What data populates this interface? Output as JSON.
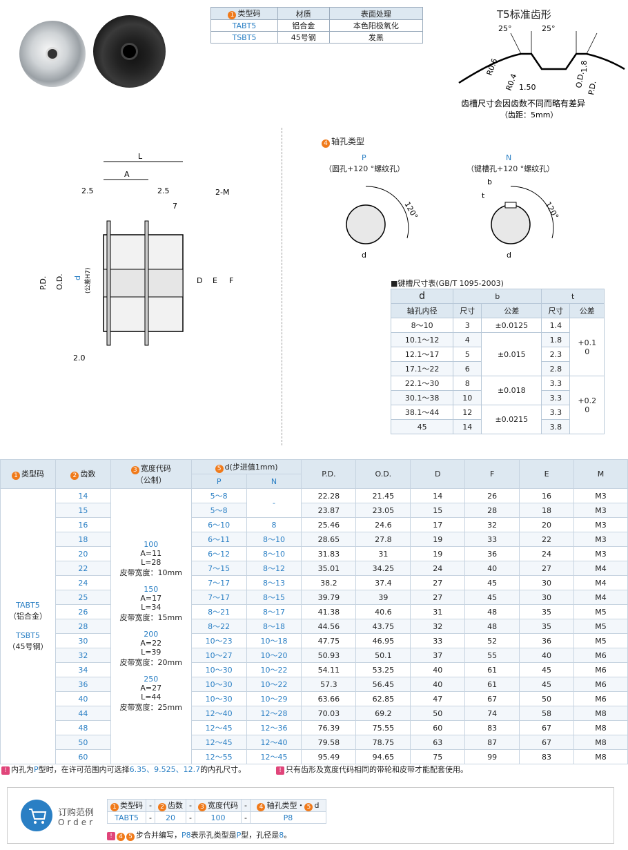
{
  "top_table": {
    "headers": [
      "类型码",
      "材质",
      "表面处理"
    ],
    "rows": [
      [
        "TABT5",
        "铝合金",
        "本色阳极氧化"
      ],
      [
        "TSBT5",
        "45号钢",
        "发黑"
      ]
    ]
  },
  "tooth": {
    "title": "T5标准齿形",
    "angle1": "25°",
    "angle2": "25°",
    "r1": "R0.6",
    "r2": "R0.4",
    "w": "1.50",
    "h": "1.8",
    "od": "O.D.",
    "pd": "P.D.",
    "note1": "齿槽尺寸会因齿数不同而略有差异",
    "note2": "（齿距：5mm）"
  },
  "drawing": {
    "L": "L",
    "A": "A",
    "d25a": "2.5",
    "d25b": "2.5",
    "d7": "7",
    "M": "2-M",
    "PD": "P.D.",
    "OD": "O.D.",
    "d": "d",
    "dtol": "(公差H7)",
    "D": "D",
    "E": "E",
    "F": "F",
    "d20": "2.0"
  },
  "bore": {
    "title": "轴孔类型",
    "P": "P",
    "P_desc": "（圆孔+120 °螺纹孔）",
    "N": "N",
    "N_desc": "（键槽孔+120 °螺纹孔）",
    "angle": "120°",
    "d": "d",
    "b": "b",
    "t": "t"
  },
  "key_table": {
    "title": "■键槽尺寸表(GB/T 1095-2003)",
    "h_d": "d",
    "h_b": "b",
    "h_t": "t",
    "h_inner": "轴孔内径",
    "h_size": "尺寸",
    "h_tol": "公差",
    "h_size2": "尺寸",
    "h_tol2": "公差",
    "rows": [
      [
        "8～10",
        "3",
        "±0.0125",
        "1.4"
      ],
      [
        "10.1～12",
        "4",
        "",
        "1.8"
      ],
      [
        "12.1～17",
        "5",
        "±0.015",
        "2.3"
      ],
      [
        "17.1～22",
        "6",
        "",
        "2.8"
      ],
      [
        "22.1～30",
        "8",
        "",
        "3.3"
      ],
      [
        "30.1～38",
        "10",
        "±0.018",
        "3.3"
      ],
      [
        "38.1～44",
        "12",
        "",
        "3.3"
      ],
      [
        "45",
        "14",
        "±0.0215",
        "3.8"
      ]
    ],
    "ttol1": "+0.1\n0",
    "ttol2": "+0.2\n0"
  },
  "main": {
    "h_type": "类型码",
    "h_teeth": "齿数",
    "h_width": "宽度代码",
    "h_width2": "（公制）",
    "h_d": "d(步进值1mm)",
    "h_P": "P",
    "h_N": "N",
    "h_PD": "P.D.",
    "h_OD": "O.D.",
    "h_D": "D",
    "h_F": "F",
    "h_E": "E",
    "h_M": "M",
    "type_text": [
      "TABT5",
      "（铝合金）",
      "",
      "TSBT5",
      "（45号钢）"
    ],
    "widths": [
      [
        "100",
        "A=11",
        "L=28",
        "皮带宽度：10mm"
      ],
      [
        "150",
        "A=17",
        "L=34",
        "皮带宽度：15mm"
      ],
      [
        "200",
        "A=22",
        "L=39",
        "皮带宽度：20mm"
      ],
      [
        "250",
        "A=27",
        "L=44",
        "皮带宽度：25mm"
      ]
    ],
    "rows": [
      [
        "14",
        "5～8",
        "-",
        "22.28",
        "21.45",
        "14",
        "26",
        "16",
        "M3"
      ],
      [
        "15",
        "5～8",
        "",
        "23.87",
        "23.05",
        "15",
        "28",
        "18",
        "M3"
      ],
      [
        "16",
        "6～10",
        "8",
        "25.46",
        "24.6",
        "17",
        "32",
        "20",
        "M3"
      ],
      [
        "18",
        "6～11",
        "8～10",
        "28.65",
        "27.8",
        "19",
        "33",
        "22",
        "M3"
      ],
      [
        "20",
        "6～12",
        "8～10",
        "31.83",
        "31",
        "19",
        "36",
        "24",
        "M3"
      ],
      [
        "22",
        "7～15",
        "8～12",
        "35.01",
        "34.25",
        "24",
        "40",
        "27",
        "M4"
      ],
      [
        "24",
        "7～17",
        "8～13",
        "38.2",
        "37.4",
        "27",
        "45",
        "30",
        "M4"
      ],
      [
        "25",
        "7～17",
        "8～15",
        "39.79",
        "39",
        "27",
        "45",
        "30",
        "M4"
      ],
      [
        "26",
        "8～21",
        "8～17",
        "41.38",
        "40.6",
        "31",
        "48",
        "35",
        "M5"
      ],
      [
        "28",
        "8～22",
        "8～18",
        "44.56",
        "43.75",
        "32",
        "48",
        "35",
        "M5"
      ],
      [
        "30",
        "10～23",
        "10～18",
        "47.75",
        "46.95",
        "33",
        "52",
        "36",
        "M5"
      ],
      [
        "32",
        "10～27",
        "10～20",
        "50.93",
        "50.1",
        "37",
        "55",
        "40",
        "M6"
      ],
      [
        "34",
        "10～30",
        "10～22",
        "54.11",
        "53.25",
        "40",
        "61",
        "45",
        "M6"
      ],
      [
        "36",
        "10～30",
        "10～22",
        "57.3",
        "56.45",
        "40",
        "61",
        "45",
        "M6"
      ],
      [
        "40",
        "10～30",
        "10～29",
        "63.66",
        "62.85",
        "47",
        "67",
        "50",
        "M6"
      ],
      [
        "44",
        "12～40",
        "12～28",
        "70.03",
        "69.2",
        "50",
        "74",
        "58",
        "M8"
      ],
      [
        "48",
        "12～45",
        "12～36",
        "76.39",
        "75.55",
        "60",
        "83",
        "67",
        "M8"
      ],
      [
        "50",
        "12～45",
        "12～40",
        "79.58",
        "78.75",
        "63",
        "87",
        "67",
        "M8"
      ],
      [
        "60",
        "12～55",
        "12～45",
        "95.49",
        "94.65",
        "75",
        "99",
        "83",
        "M8"
      ]
    ]
  },
  "notes": {
    "n1a": "内孔为",
    "n1b": "P",
    "n1c": "型时，在许可范围内可选择",
    "n1d": "6.35、9.525、12.7",
    "n1e": "的内孔尺寸。",
    "n2": "只有齿形及宽度代码相同的带轮和皮带才能配套使用。"
  },
  "order": {
    "title": "订购范例",
    "sub": "Order",
    "h": [
      "类型码",
      "-",
      "齿数",
      "-",
      "宽度代码",
      "-",
      "轴孔类型・",
      "d"
    ],
    "v": [
      "TABT5",
      "-",
      "20",
      "-",
      "100",
      "-",
      "P8"
    ],
    "note_a": "步合并编写，",
    "note_b": "P8",
    "note_c": "表示孔类型是",
    "note_d": "P",
    "note_e": "型，孔径是",
    "note_f": "8",
    "note_g": "。"
  }
}
